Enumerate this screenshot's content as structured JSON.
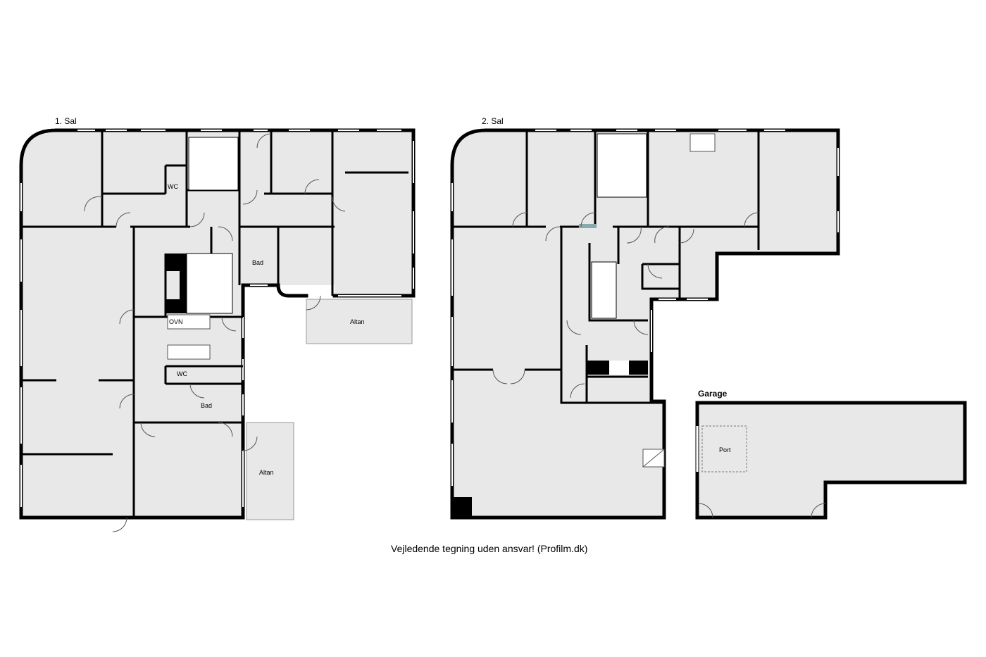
{
  "floors": {
    "first": {
      "title": "1. Sal",
      "rooms": {
        "bad_upper": "Bad",
        "wc_upper": "WC",
        "ovn": "OVN",
        "wc_lower": "WC",
        "bad_lower": "Bad",
        "altan_right": "Altan",
        "altan_lower": "Altan"
      }
    },
    "second": {
      "title": "2. Sal"
    },
    "garage": {
      "title": "Garage",
      "port": "Port"
    }
  },
  "footer": "Vejledende tegning uden ansvar! (Profilm.dk)",
  "colors": {
    "floor": "#e8e8e8",
    "wall": "#000000"
  }
}
